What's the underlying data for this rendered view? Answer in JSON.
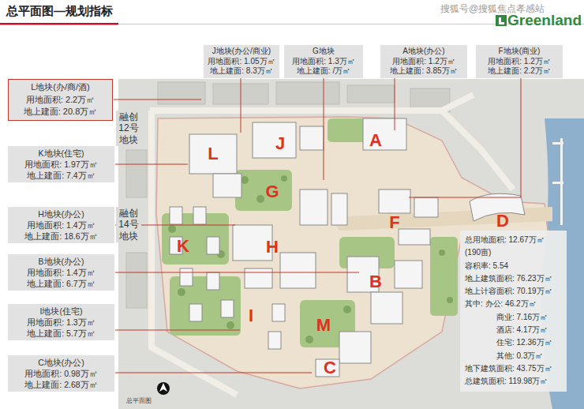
{
  "diagram": {
    "title": "总平面图—规划指标",
    "nodes": [
      {
        "text": [
          "J地块(办公/商业)",
          "用地面积: 1.05万㎡",
          "地上建面: 8.3万㎡"
        ]
      },
      {
        "text": [
          "G地块",
          "用地面积: 1.3万㎡",
          "地上建面: /万㎡"
        ]
      },
      {
        "text": [
          "A地块(办公)",
          "用地面积: 1.2万㎡",
          "地上建面: 3.85万㎡"
        ]
      },
      {
        "text": [
          "F地块(商业)",
          "用地面积: 1.2万㎡",
          "地上建面: 2.2万㎡"
        ]
      },
      {
        "text": [
          "L地块(办/商/酒)",
          "用地面积: 2.2万㎡",
          "地上建面: 20.8万㎡"
        ]
      },
      {
        "text": [
          "K地块(住宅)",
          "用地面积: 1.97万㎡",
          "地上建面: 7.4万㎡"
        ]
      },
      {
        "text": [
          "H地块(办公)",
          "用地面积: 1.4万㎡",
          "地上建面: 18.6万㎡"
        ]
      },
      {
        "text": [
          "B地块(办公)",
          "用地面积: 1.4万㎡",
          "地上建面: 6.7万㎡"
        ]
      },
      {
        "text": [
          "I地块(住宅)",
          "用地面积: 1.3万㎡",
          "地上建面: 5.7万㎡"
        ]
      },
      {
        "text": [
          "C地块(办公)",
          "用地面积: 0.98万㎡",
          "地上建面: 2.68万㎡"
        ]
      },
      {
        "text": [
          "总用地面积: 12.67万㎡",
          "(190亩)",
          "容积率: 5.54",
          "地上建筑面积: 76.23万㎡",
          "地上计容面积: 70.19万㎡",
          "其中: 办公: 46.2万㎡",
          "商业: 7.16万㎡",
          "酒店: 4.17万㎡",
          "住宅: 12.36万㎡",
          "其他: 0.3万㎡",
          "地下建筑面积: 43.75万㎡",
          "总建筑面积: 119.98万㎡"
        ]
      }
    ],
    "labels": [
      "搜狐号@搜狐焦点孝感站",
      "Greenland",
      "融创 12号 地块",
      "融创 14号 地块",
      "L",
      "J",
      "A",
      "G",
      "F",
      "D",
      "K",
      "H",
      "B",
      "I",
      "M",
      "C",
      "总平面图"
    ]
  }
}
